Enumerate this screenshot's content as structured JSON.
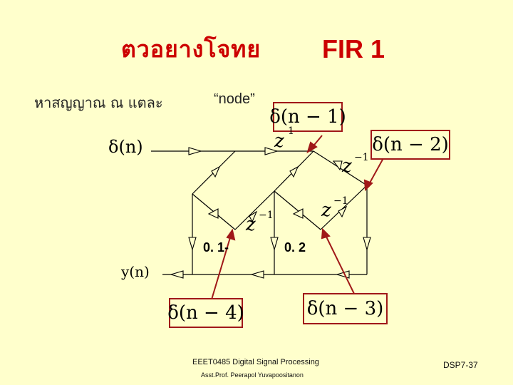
{
  "title": {
    "thai": "ตวอยางโจทย",
    "fir": "FIR 1"
  },
  "subtitle": {
    "thai": "หาสญญาณ   ณ แตละ",
    "node": "“node”"
  },
  "signals": {
    "input": "δ(n)",
    "output": "y(n)",
    "d1": "δ(n − 1)",
    "d2": "δ(n − 2)",
    "d3": "δ(n − 3)",
    "d4": "δ(n − 4)"
  },
  "delays": {
    "z": "z",
    "exp": "−1",
    "exp_top": "1"
  },
  "coefficients": {
    "c1": "0. 1-",
    "c2": "0. 2"
  },
  "footer": {
    "course": "EEET0485 Digital Signal Processing",
    "author": "Asst.Prof. Peerapol Yuvapoositanon",
    "page": "DSP7-37"
  },
  "colors": {
    "background": "#FFFFCC",
    "title": "#CC0000",
    "callout": "#A01818"
  }
}
